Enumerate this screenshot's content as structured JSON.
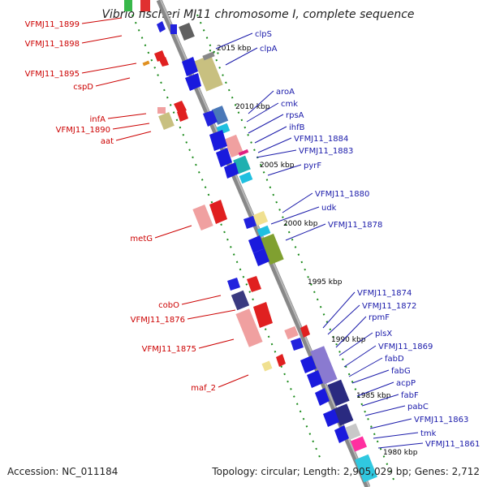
{
  "title": "Vibrio fischeri MJ11 chromosome I, complete sequence",
  "footer": {
    "accession": "Accession: NC_011184",
    "summary": "Topology: circular; Length: 2,905,029 bp; Genes: 2,712"
  },
  "ticks": [
    "2015 kbp",
    "2010 kbp",
    "2005 kbp",
    "2000 kbp",
    "1995 kbp",
    "1990 kbp",
    "1985 kbp",
    "1980 kbp"
  ],
  "left_labels": [
    "VFMJ11_1899",
    "VFMJ11_1898",
    "VFMJ11_1895",
    "cspD",
    "infA",
    "VFMJ11_1890",
    "aat",
    "metG",
    "cobO",
    "VFMJ11_1876",
    "VFMJ11_1875",
    "maf_2"
  ],
  "right_labels": [
    "clpS",
    "clpA",
    "aroA",
    "cmk",
    "rpsA",
    "ihfB",
    "VFMJ11_1884",
    "VFMJ11_1883",
    "pyrF",
    "VFMJ11_1880",
    "udk",
    "VFMJ11_1878",
    "VFMJ11_1874",
    "VFMJ11_1872",
    "rpmF",
    "plsX",
    "VFMJ11_1869",
    "fabD",
    "fabG",
    "acpP",
    "fabF",
    "pabC",
    "VFMJ11_1863",
    "tmk",
    "VFMJ11_1861"
  ]
}
